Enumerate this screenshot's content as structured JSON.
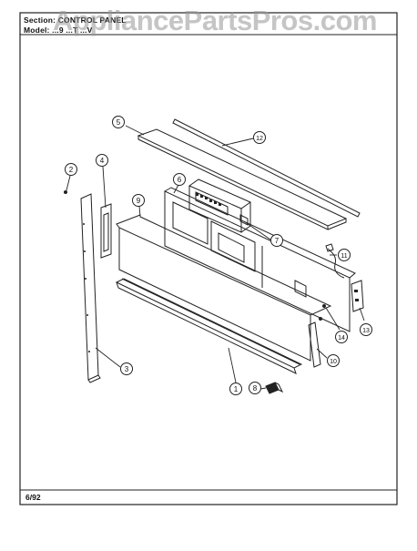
{
  "header": {
    "section": "Section: CONTROL PANEL",
    "model": "Model: ...9 ...T ...V"
  },
  "watermark": "AppliancePartsPros.com",
  "footer": {
    "date": "6/92"
  },
  "callouts": [
    {
      "id": "c1",
      "label": "1"
    },
    {
      "id": "c2",
      "label": "2"
    },
    {
      "id": "c3",
      "label": "3"
    },
    {
      "id": "c4",
      "label": "4"
    },
    {
      "id": "c5",
      "label": "5"
    },
    {
      "id": "c6",
      "label": "6"
    },
    {
      "id": "c7",
      "label": "7"
    },
    {
      "id": "c8",
      "label": "8"
    },
    {
      "id": "c9",
      "label": "9"
    },
    {
      "id": "c10",
      "label": "10"
    },
    {
      "id": "c11",
      "label": "11"
    },
    {
      "id": "c12",
      "label": "12"
    },
    {
      "id": "c13",
      "label": "13"
    },
    {
      "id": "c14",
      "label": "14"
    }
  ]
}
